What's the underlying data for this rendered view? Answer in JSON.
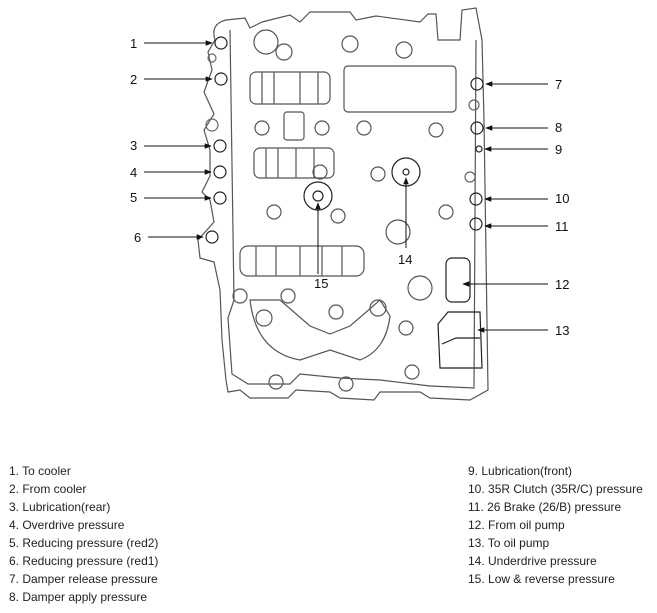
{
  "callouts": [
    {
      "id": "1",
      "label": "1"
    },
    {
      "id": "2",
      "label": "2"
    },
    {
      "id": "3",
      "label": "3"
    },
    {
      "id": "4",
      "label": "4"
    },
    {
      "id": "5",
      "label": "5"
    },
    {
      "id": "6",
      "label": "6"
    },
    {
      "id": "7",
      "label": "7"
    },
    {
      "id": "8",
      "label": "8"
    },
    {
      "id": "9",
      "label": "9"
    },
    {
      "id": "10",
      "label": "10"
    },
    {
      "id": "11",
      "label": "11"
    },
    {
      "id": "12",
      "label": "12"
    },
    {
      "id": "13",
      "label": "13"
    },
    {
      "id": "14",
      "label": "14"
    },
    {
      "id": "15",
      "label": "15"
    }
  ],
  "legend_left": [
    "1. To cooler",
    "2. From cooler",
    "3. Lubrication(rear)",
    "4. Overdrive pressure",
    "5. Reducing pressure (red2)",
    "6. Reducing pressure (red1)",
    "7. Damper release pressure",
    "8. Damper apply pressure"
  ],
  "legend_right": [
    "9. Lubrication(front)",
    "10. 35R Clutch (35R/C) pressure",
    "11. 26 Brake (26/B) pressure",
    "12. From oil pump",
    "13. To oil pump",
    "14. Underdrive pressure",
    "15. Low & reverse pressure"
  ]
}
